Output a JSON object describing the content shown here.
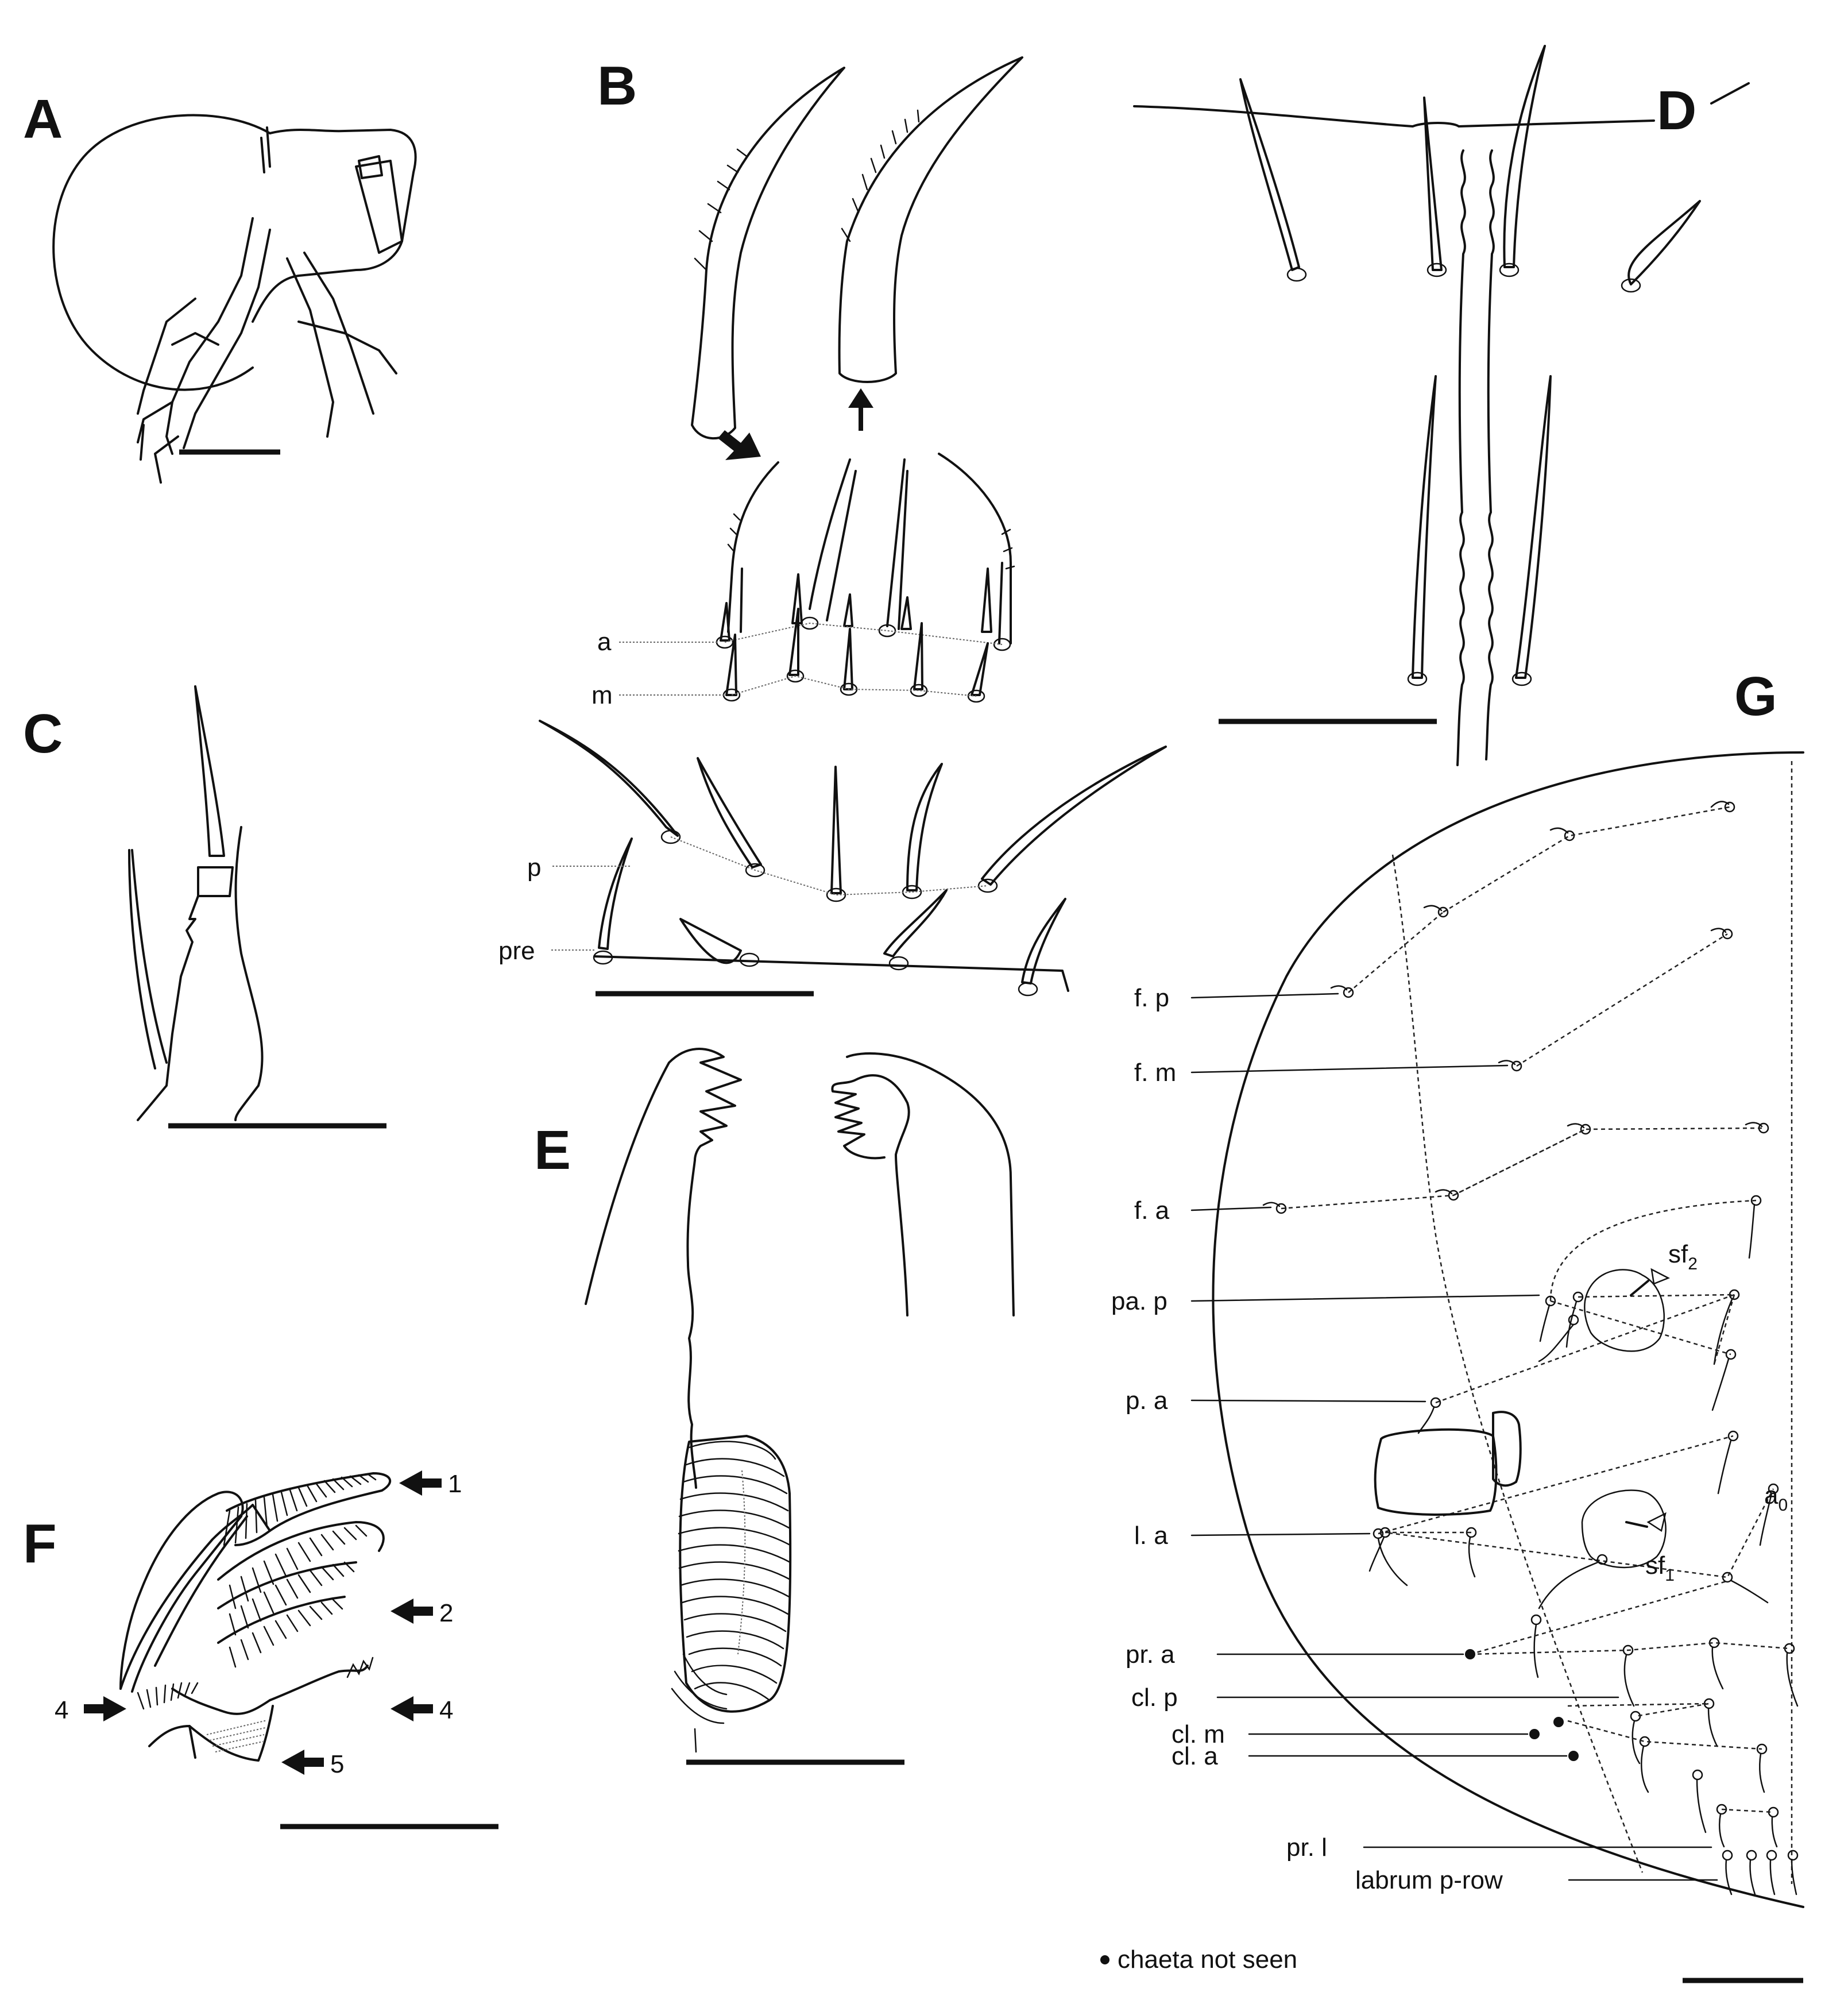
{
  "panels": {
    "A": "A",
    "B": "B",
    "C": "C",
    "D": "D",
    "E": "E",
    "F": "F",
    "G": "G"
  },
  "panel_b": {
    "row_a": "a",
    "row_m": "m",
    "row_p": "p",
    "row_pre": "pre"
  },
  "panel_f": {
    "arrow_1": "1",
    "arrow_2": "2",
    "arrow_4_left": "4",
    "arrow_4_right": "4",
    "arrow_5": "5"
  },
  "panel_g": {
    "f_p": "f. p",
    "f_m": "f. m",
    "f_a": "f. a",
    "pa_p": "pa. p",
    "p_a": "p. a",
    "l_a": "l. a",
    "pr_a": "pr. a",
    "cl_p": "cl. p",
    "cl_m": "cl. m",
    "cl_a": "cl. a",
    "pr_l": "pr. l",
    "labrum": "labrum p-row",
    "sf2_base": "sf",
    "sf2_sub": "2",
    "sf1_base": "sf",
    "sf1_sub": "1",
    "a0_base": "a",
    "a0_sub": "0"
  },
  "legend": {
    "text": "chaeta not seen"
  }
}
